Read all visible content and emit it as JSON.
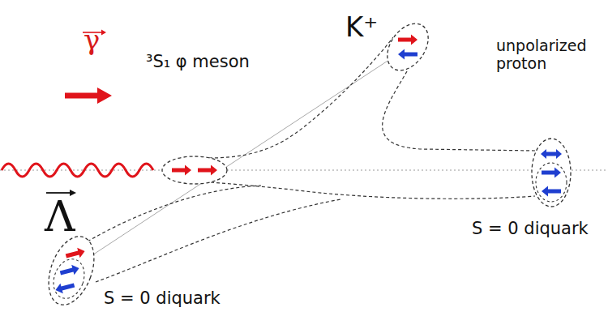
{
  "diagram": {
    "labels": [
      "γ",
      "³S₁ φ meson",
      "K⁺",
      "unpolarized proton",
      "Λ",
      "S = 0 diquark",
      "S = 0 diquark"
    ]
  }
}
